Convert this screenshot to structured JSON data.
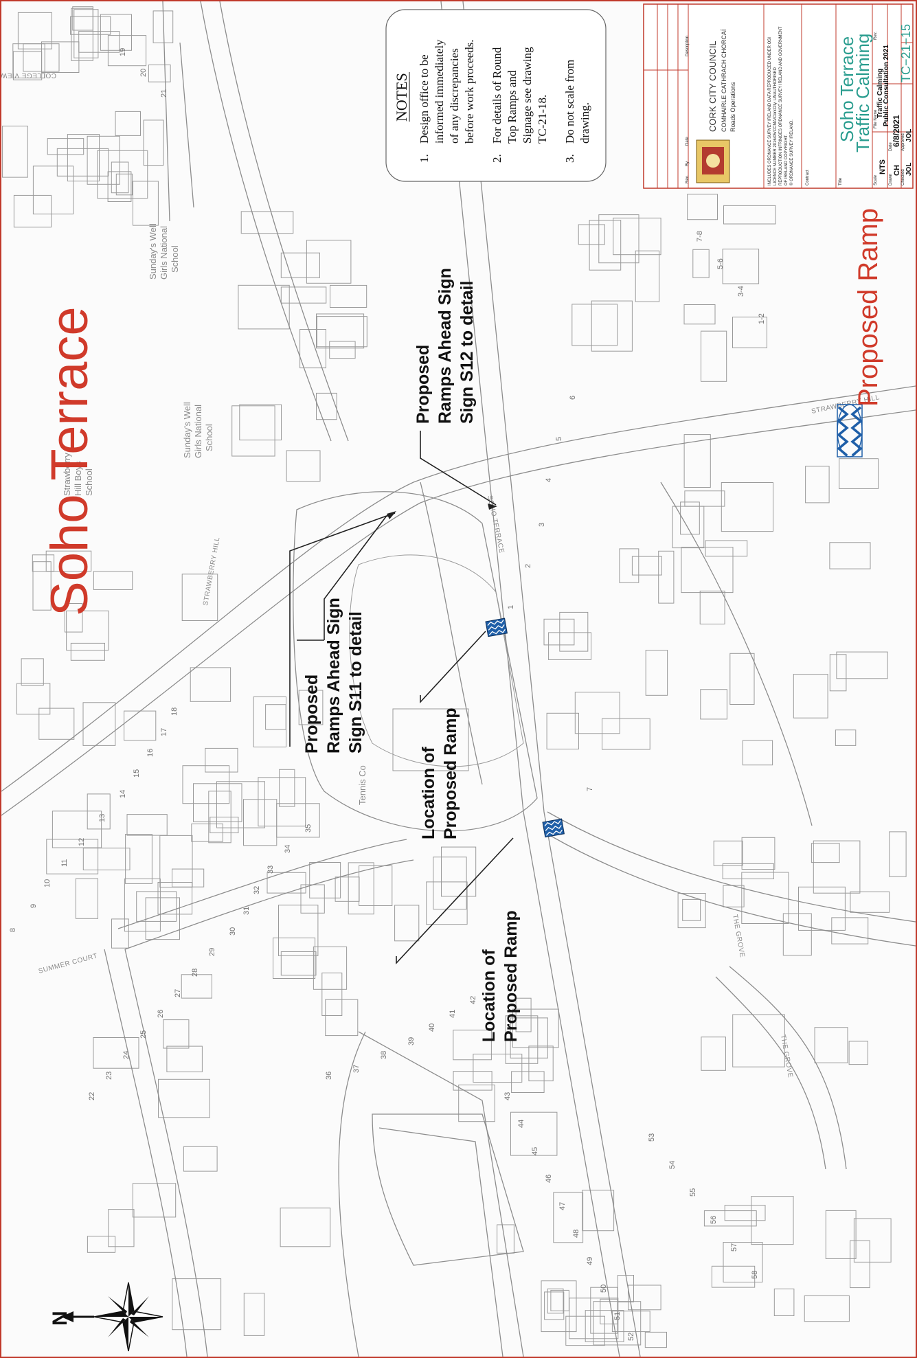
{
  "map": {
    "title": "Soho Terrace",
    "legend_label": "Proposed Ramp",
    "north_label": "N",
    "colors": {
      "accent": "#d03a2a",
      "ramp": "#1f5fa8",
      "title_block": "#2a9d8f"
    },
    "annotations": {
      "sign_s11": [
        "Proposed",
        "Ramps Ahead Sign",
        "Sign S11 to detail"
      ],
      "sign_s12": [
        "Proposed",
        "Ramps Ahead Sign",
        "Sign S12 to detail"
      ],
      "ramp_1": [
        "Location of",
        "Proposed Ramp"
      ],
      "ramp_2": [
        "Location of",
        "Proposed Ramp"
      ]
    },
    "notes": {
      "heading": "NOTES",
      "items": [
        {
          "num": "1.",
          "lines": [
            "Design office to be",
            "informed immediately",
            "of any discrepancies",
            "before work proceeds."
          ]
        },
        {
          "num": "2.",
          "lines": [
            "For details of Round",
            "Top Ramps and",
            "Signage see drawing",
            "TC-21-18."
          ]
        },
        {
          "num": "3.",
          "lines": [
            "Do not scale from",
            "drawing."
          ]
        }
      ]
    },
    "streets": {
      "college_view": "COLLEGE VIEW",
      "strawberry_hill_1": "STRAWBERRY HILL",
      "strawberry_hill_2": "STRAWBERRY HILL",
      "soho_terrace": "SOHO TERRACE",
      "summer_court": "SUMMER COURT",
      "the_grove_1": "THE GROVE",
      "the_grove_2": "THE GROVE"
    },
    "places": {
      "school_1": [
        "Sunday's Well",
        "Girls National",
        "School"
      ],
      "school_2": [
        "Sunday's Well",
        "Girls National",
        "School"
      ],
      "strawberry_hill_school": [
        "Strawberry",
        "Hill Boys",
        "School"
      ],
      "tennis_court": "Tennis Co"
    },
    "house_numbers": [
      "1",
      "2",
      "3",
      "4",
      "5",
      "6",
      "7",
      "8",
      "9",
      "10",
      "11",
      "12",
      "13",
      "14",
      "15",
      "16",
      "17",
      "18",
      "19",
      "20",
      "21",
      "22",
      "23",
      "24",
      "25",
      "26",
      "27",
      "28",
      "29",
      "30",
      "31",
      "32",
      "33",
      "34",
      "35",
      "36",
      "37",
      "38",
      "39",
      "40",
      "41",
      "42",
      "43",
      "44",
      "45",
      "46",
      "47",
      "48",
      "49",
      "50",
      "51",
      "52",
      "53",
      "54",
      "55",
      "56",
      "57",
      "58",
      "7-8",
      "5-6",
      "3-4",
      "1-2"
    ]
  },
  "title_block": {
    "headers": {
      "rev": "Rev.",
      "by": "By",
      "date": "Date",
      "description": "Description"
    },
    "council": [
      "CORK CITY COUNCIL",
      "COMHAIRLE CATHRACH CHORCAÍ",
      "Roads Operations"
    ],
    "copyright": [
      "INCLUDES ORDNANCE SURVEY IRELAND DATA REPRODUCED UNDER OSI",
      "LICENCE NUMBER 2016/05/CCMA/CorkCity. UNAUTHORISED",
      "REPRODUCTION INFRINGES ORDNANCE SURVEY IRELAND AND GOVERNMENT",
      "OF IRELAND COPYRIGHT.",
      "© ORDNANCE SURVEY IRELAND."
    ],
    "contract_label": "Contract",
    "title_label": "Title",
    "title_lines": [
      "Soho Terrace",
      "Traffic Calming"
    ],
    "scale_label": "Scale",
    "scale": "NTS",
    "file_label": "File Name",
    "file_name": [
      "Traffic Calming",
      "Public Consultation 2021"
    ],
    "rev_label": "Rev.",
    "drawn_label": "Drawn",
    "drawn": "CH",
    "date_label": "Date",
    "date": "6/8/2021",
    "checked_label": "Checked",
    "checked": "JOL",
    "approved_label": "Approved",
    "approved": "JOL",
    "drawing_no": "TC−21−15"
  }
}
